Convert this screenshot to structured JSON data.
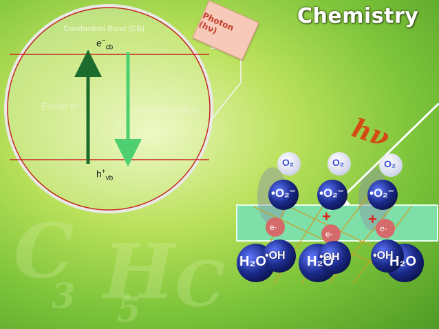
{
  "slide": {
    "title": "Chemistry",
    "photon_note": "Photon (hν)",
    "hv_label": "hν"
  },
  "band_diagram": {
    "conduction_band_label": "Conduction Band (CB)",
    "electron_label": {
      "base": "e",
      "sup": "−",
      "sub": "cb"
    },
    "hole_label": {
      "base": "h",
      "sup": "+",
      "sub": "vb"
    },
    "excite_label": "Excite e⁻",
    "recombination_label": "Recombination",
    "colors": {
      "excite_arrow": "#1e6b2e",
      "recombination_arrow": "#4ed070",
      "band_lines": "#c62828"
    }
  },
  "photocatalysis": {
    "o2_labels": [
      "O₂",
      "O₂",
      "O₂"
    ],
    "superoxide_labels": [
      "•O₂⁻",
      "•O₂⁻",
      "•O₂⁻"
    ],
    "electron_labels": [
      "e-",
      "e-",
      "e-"
    ],
    "hole_labels": [
      "+",
      "+"
    ],
    "hydroxyl_labels": [
      "•OH",
      "•OH",
      "•OH"
    ],
    "water_labels": [
      "H₂O",
      "H₂O",
      "H₂O"
    ],
    "colors": {
      "radical_ball": "#1b2a8a",
      "water_ball": "#2432a0",
      "surface": "#7ee0a8",
      "plus": "#e0201a"
    }
  },
  "background_text": [
    "C",
    "H",
    "3",
    "5",
    "C"
  ]
}
